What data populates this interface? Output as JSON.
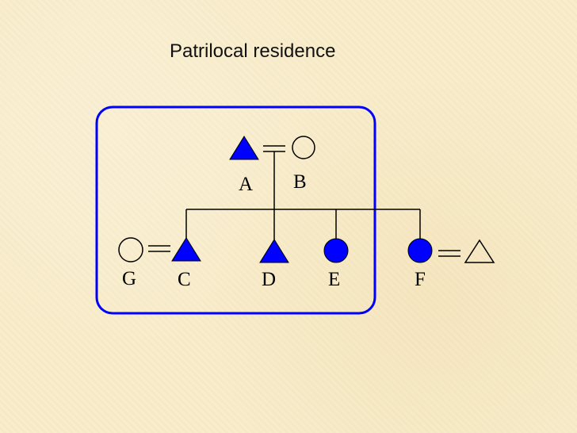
{
  "title": "Patrilocal residence",
  "colors": {
    "accent": "#0000ff",
    "line": "#000000",
    "background": "#f8ecca"
  },
  "individuals": {
    "A": {
      "label": "A",
      "sex": "male",
      "shape": "triangle",
      "filled": true
    },
    "B": {
      "label": "B",
      "sex": "female",
      "shape": "circle",
      "filled": false
    },
    "C": {
      "label": "C",
      "sex": "male",
      "shape": "triangle",
      "filled": true
    },
    "D": {
      "label": "D",
      "sex": "male",
      "shape": "triangle",
      "filled": true
    },
    "E": {
      "label": "E",
      "sex": "female",
      "shape": "circle",
      "filled": true
    },
    "F": {
      "label": "F",
      "sex": "female",
      "shape": "circle",
      "filled": true
    },
    "G": {
      "label": "G",
      "sex": "female",
      "shape": "circle",
      "filled": false
    },
    "H": {
      "label": "",
      "sex": "male",
      "shape": "triangle",
      "filled": false
    }
  },
  "marriages": [
    [
      "A",
      "B"
    ],
    [
      "G",
      "C"
    ],
    [
      "F",
      "H"
    ]
  ],
  "descent": {
    "parents": [
      "A",
      "B"
    ],
    "children": [
      "C",
      "D",
      "E",
      "F"
    ]
  },
  "residence_group": [
    "A",
    "B",
    "C",
    "D",
    "E",
    "G"
  ]
}
